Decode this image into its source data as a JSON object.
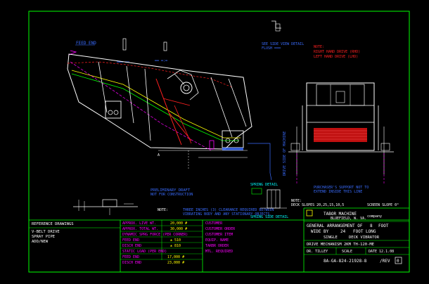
{
  "drawing": {
    "feed_end": "FEED END",
    "title_top_tag": "SEE SIDE VIEW DETAIL",
    "side_note_1": "NOTE:",
    "side_note_2": "RIGHT HAND DRIVE (RHD)",
    "side_note_3": "LEFT HAND DRIVE (LHD)",
    "drive_note": "DRIVE SIDE OF MACHINE",
    "support_note_1": "PURCHASER'S SUPPORT NOT TO",
    "support_note_2": "EXTEND INSIDE THIS LINE",
    "deck_note_1": "NOTE:",
    "deck_note_2": "DECK SLOPES 20,25,15,10,5",
    "screen_slope": "SCREEN SLOPE 0°",
    "prelim_1": "PRELIMINARY DRAFT",
    "prelim_2": "NOT FOR CONSTRUCTION",
    "general_note_1": "THREE INCHES (3) CLEARANCE REQUIRED BETWEEN",
    "general_note_2": "VIBRATING BODY AND ANY STATIONARY OBJECTS.",
    "spring_label": "SPRING DETAIL",
    "spring_label_2": "SPRING SIDE DETAIL"
  },
  "reference": {
    "header": "REFERENCE DRAWINGS",
    "rows": [
      "V-BELT DRIVE",
      "SPRAY PIPE",
      "ADD/NEW"
    ]
  },
  "specs": {
    "approx_lbs": "APPROX. LIVE WT.",
    "approx_val": "20,000 #",
    "total_wt": "APPROX. TOTAL WT.",
    "total_val": "30,000 #",
    "dynamic": "DYNAMIC SPRG FORCE (PER CORNER)",
    "feed_end": "FEED END",
    "feed_end_val": "± 510",
    "disch_end": "DISCH END",
    "disch_end_val": "± 810",
    "static": "STATIC LOAD (PER END)",
    "feed_end2": "FEED END",
    "feed_end2_val": "17,000 #",
    "disch_end2": "DISCH END",
    "disch_end2_val": "23,000 #"
  },
  "customer": {
    "customer": "CUSTOMER",
    "customer_order": "CUSTOMER ORDER",
    "customer_item": "CUSTOMER ITEM",
    "equip_name": "EQUIP. NAME",
    "tarbr_order": "TARBR ORDER",
    "mtl_required": "MTL. REQUIRED"
  },
  "titleblock": {
    "company": "TABOR MACHINE",
    "company_suffix": "company",
    "location": "BLUEFIELD, W. VA.",
    "title_1": "GENERAL ARRANGEMENT OF",
    "title_1_val": "8",
    "title_1_unit": "FOOT",
    "title_2": "WIDE BY",
    "title_2_val": "24",
    "title_2_unit": "FOOT LONG",
    "title_3": "SINGLE",
    "title_3b": "DECK VIBRATOR",
    "drive": "DRIVE MECHANISM 2KM TH-120-ME",
    "drawn": "DR. TILLEY",
    "scale": "SCALE",
    "date": "DATE 12.1.08",
    "dwg_no": "8A-GA-824-21928-8",
    "rev_label": "/REV",
    "rev": "0"
  },
  "colors": {
    "frame": "#00ff00",
    "outline": "#ffffff",
    "cyan": "#00ffff",
    "red": "#ff2020",
    "magenta": "#ff00ff",
    "yellow": "#ffff00",
    "blue": "#3a6cff"
  }
}
